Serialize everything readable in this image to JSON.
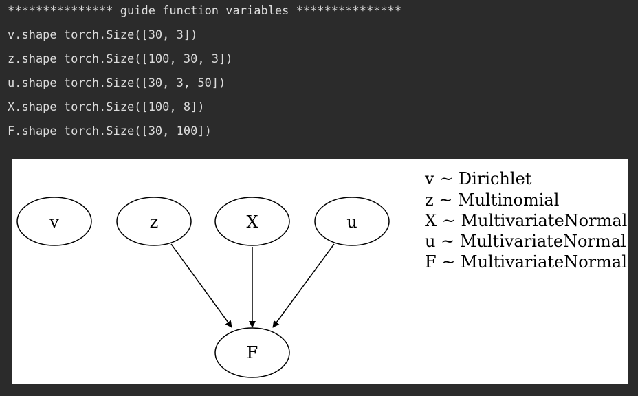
{
  "output_lines": [
    "*************** guide function variables ***************",
    "v.shape torch.Size([30, 3])",
    "z.shape torch.Size([100, 30, 3])",
    "u.shape torch.Size([30, 3, 50])",
    "X.shape torch.Size([100, 8])",
    "F.shape torch.Size([30, 100])"
  ],
  "graph": {
    "nodes": {
      "v": "v",
      "z": "z",
      "X": "X",
      "u": "u",
      "F": "F"
    },
    "edges": [
      [
        "z",
        "F"
      ],
      [
        "X",
        "F"
      ],
      [
        "u",
        "F"
      ]
    ],
    "legend": [
      "v ~ Dirichlet",
      "z ~ Multinomial",
      "X ~ MultivariateNormal",
      "u ~ MultivariateNormal",
      "F ~ MultivariateNormal"
    ]
  }
}
